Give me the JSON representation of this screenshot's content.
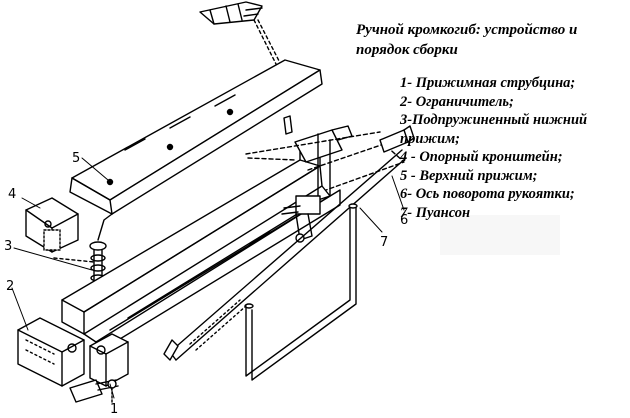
{
  "title": "Ручной кромкогиб: устройство и порядок  сборки",
  "legend": [
    "1- Прижимная струбцина;",
    "2- Ограничитель;",
    "3-Подпружиненный нижний прижим;",
    "4 - Опорный кронштейн;",
    "5 - Верхний прижим;",
    "6- Ось поворота рукоятки;",
    "7- Пуансон"
  ],
  "callouts": [
    "1",
    "2",
    "3",
    "4",
    "5",
    "6",
    "7"
  ],
  "colors": {
    "ink": "#000000",
    "background": "#ffffff"
  }
}
